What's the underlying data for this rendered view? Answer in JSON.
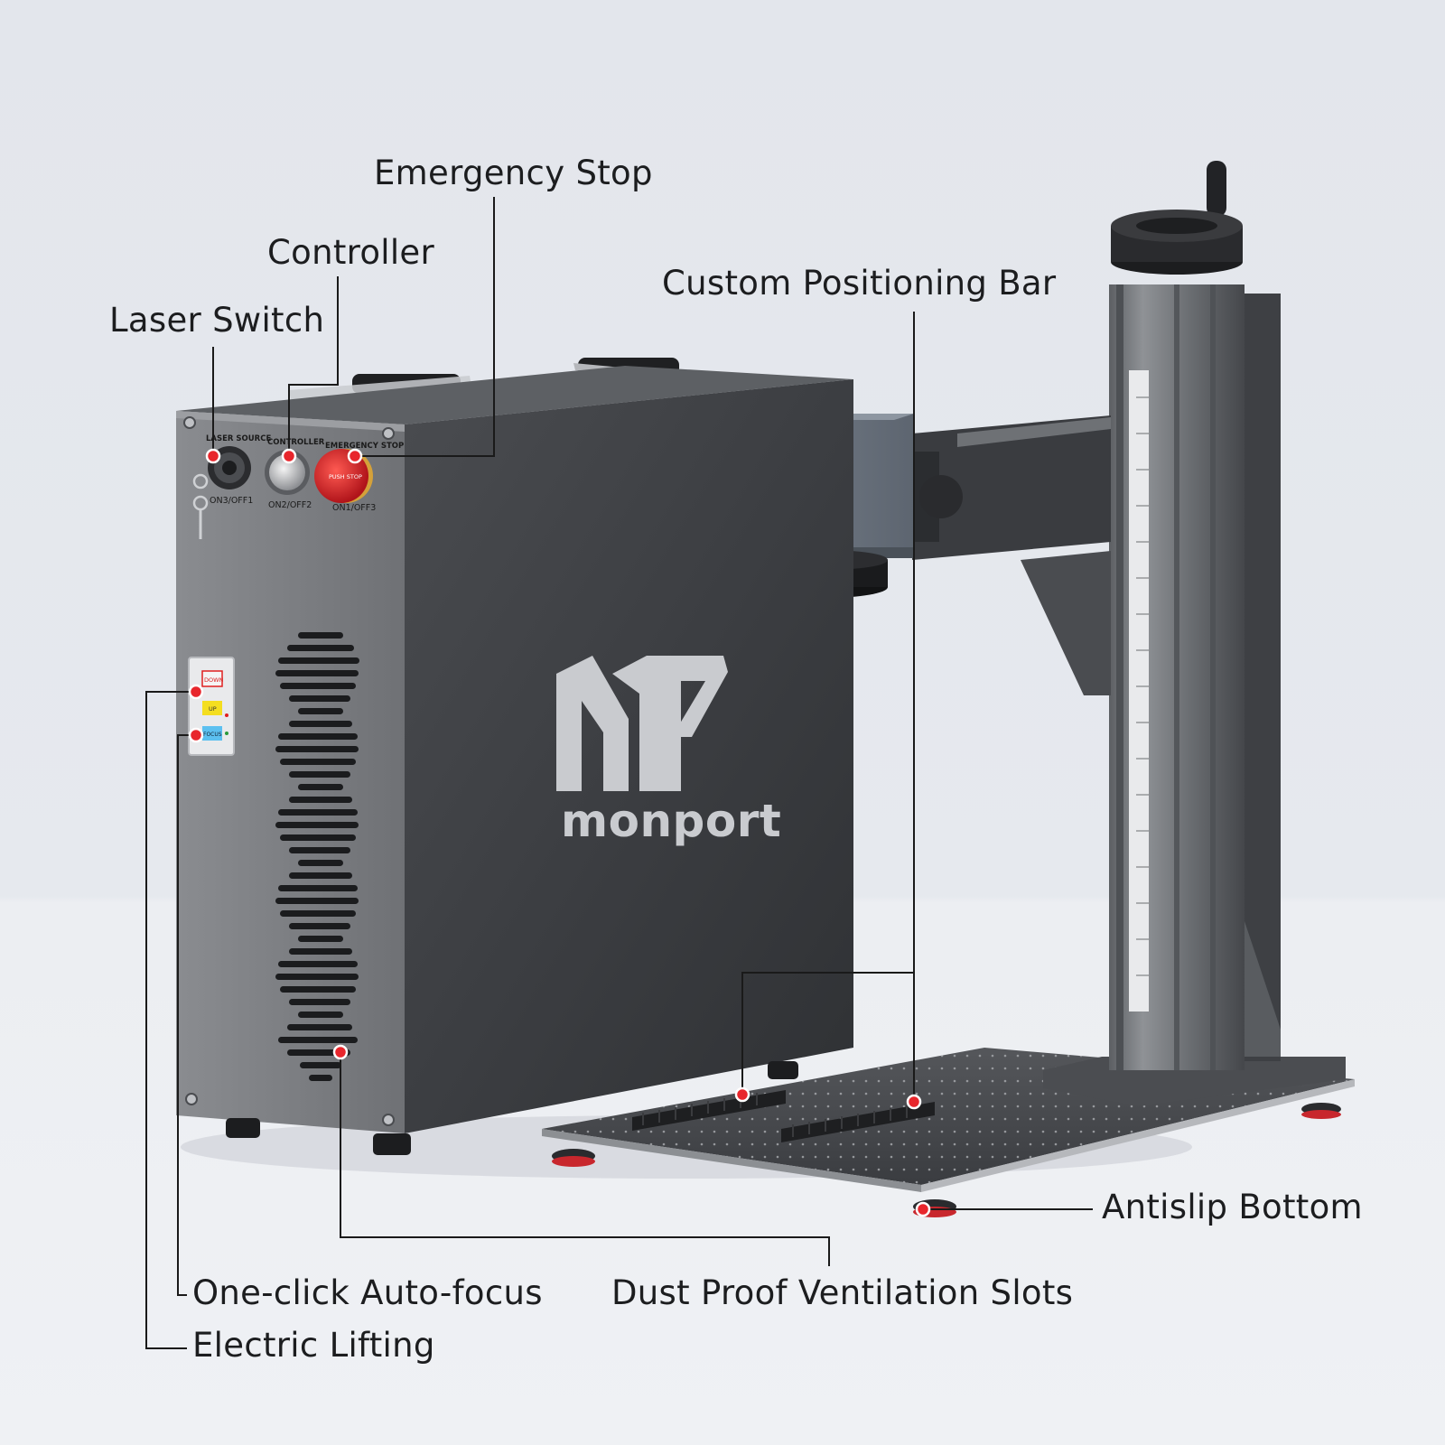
{
  "callouts": {
    "emergency_stop": "Emergency Stop",
    "controller": "Controller",
    "laser_switch": "Laser Switch",
    "custom_positioning_bar": "Custom Positioning Bar",
    "antislip_bottom": "Antislip Bottom",
    "one_click_auto_focus": "One-click Auto-focus",
    "dust_proof_ventilation_slots": "Dust Proof Ventilation Slots",
    "electric_lifting": "Electric Lifting"
  },
  "panel": {
    "laser_source": "LASER SOURCE",
    "controller": "CONTROLLER",
    "emergency_stop": "EMERGENCY STOP",
    "on3_off1": "ON3/OFF1",
    "on2_off2": "ON2/OFF2",
    "on1_off3": "ON1/OFF3",
    "push_stop": "PUSH STOP",
    "down": "DOWN",
    "up": "UP",
    "focus": "FOCUS"
  },
  "brand": {
    "logo_mark": "MP",
    "name": "monport"
  },
  "colors": {
    "marker_red": "#e8262c",
    "chassis_front": "#7a7c80",
    "chassis_side": "#3e4044",
    "label_text": "#1c1d1f",
    "logo": "#c9cbcf",
    "galvo_head": "#6c7480"
  }
}
